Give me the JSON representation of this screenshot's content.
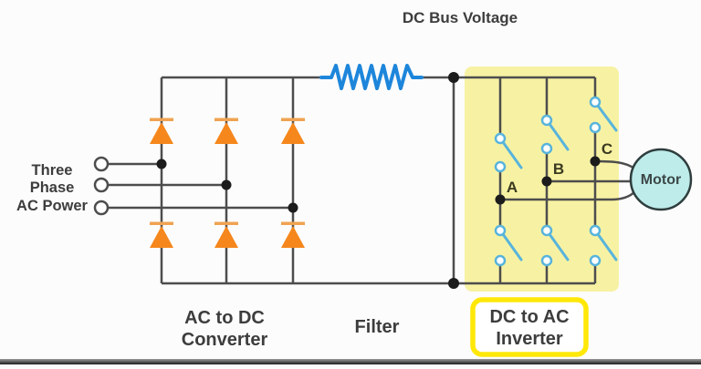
{
  "colors": {
    "background": "#fcfcfc",
    "wire": "#4d4d4d",
    "dot": "#1c1c1c",
    "diode_body": "#f5871c",
    "diode_bar": "#f0a352",
    "coil": "#1d86db",
    "switch": "#58b4dc",
    "inverter_region": "#f7f2a3",
    "inverter_box_border": "#ffe808",
    "motor_fill": "#bdecea",
    "motor_stroke": "#2e3d3d",
    "motor_text": "#3c4747",
    "text": "#3d3d3d",
    "phase_text": "#3b3a20"
  },
  "diagram": {
    "title": "DC Bus Voltage",
    "input": {
      "line1": "Three",
      "line2": "Phase",
      "line3": "AC Power"
    },
    "converter_label": {
      "line1": "AC to DC",
      "line2": "Converter"
    },
    "filter_label": "Filter",
    "inverter_label": {
      "line1": "DC to AC",
      "line2": "Inverter"
    },
    "phases": {
      "a": "A",
      "b": "B",
      "c": "C"
    },
    "motor": "Motor"
  }
}
